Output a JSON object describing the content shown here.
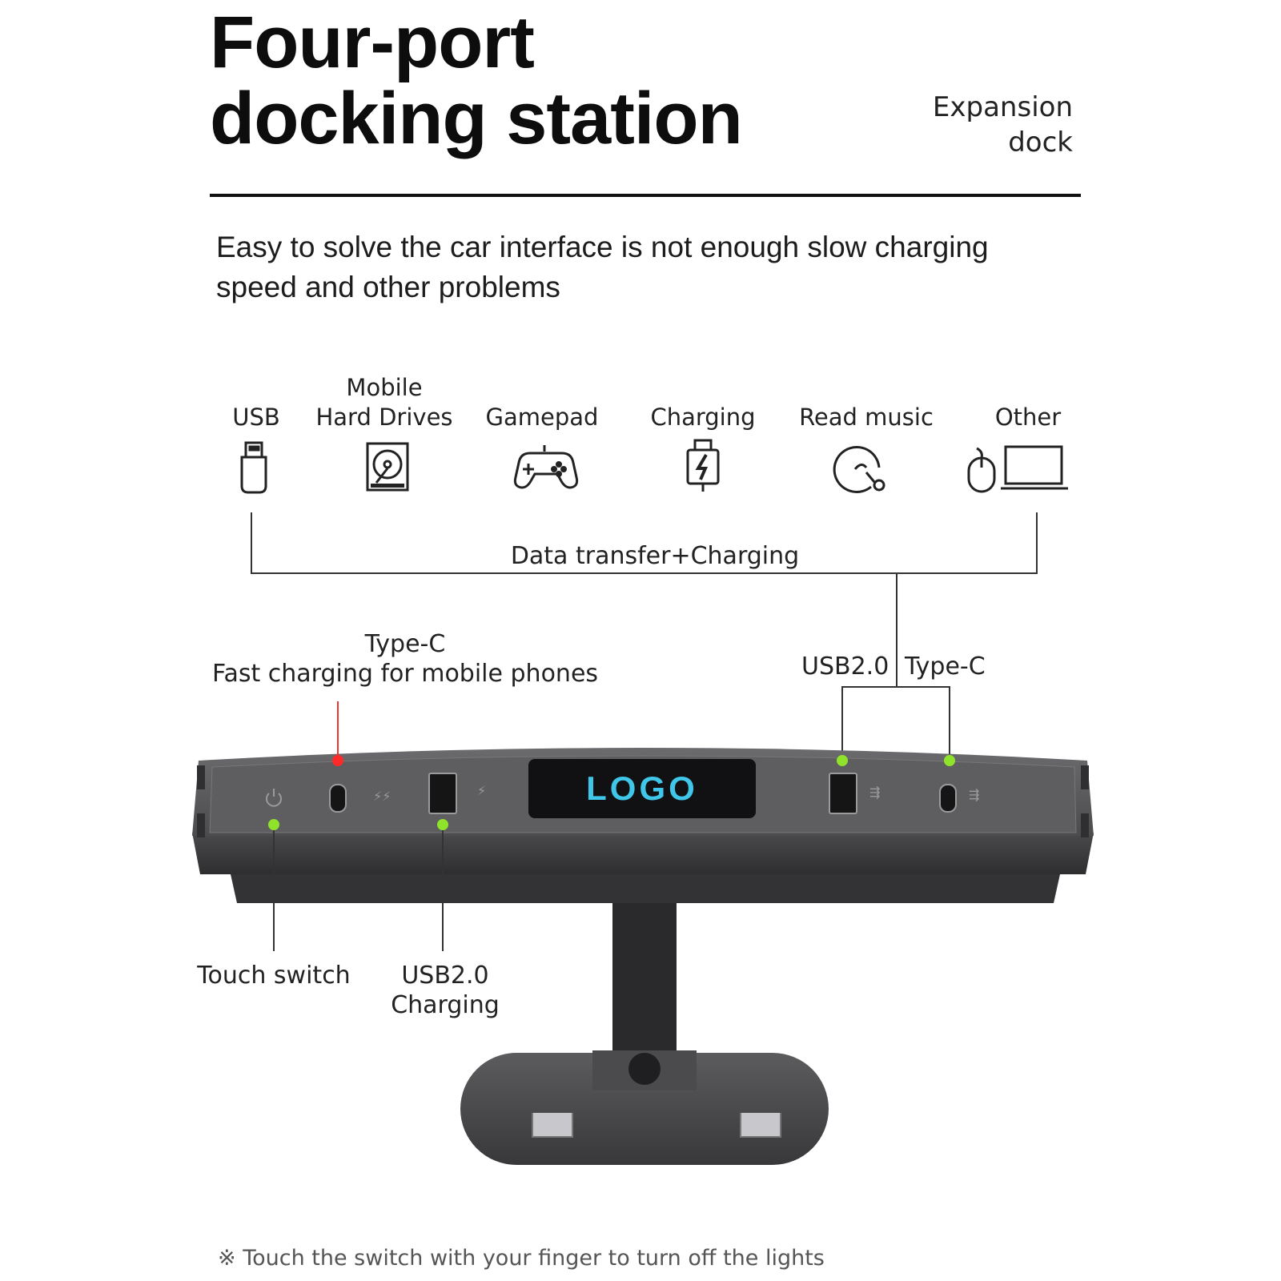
{
  "header": {
    "title_line1": "Four-port",
    "title_line2": "docking station",
    "side_label_line1": "Expansion",
    "side_label_line2": "dock",
    "subtitle": "Easy to solve the car interface is not enough slow charging speed and other problems"
  },
  "uses": [
    {
      "label_line1": "",
      "label_line2": "USB",
      "icon": "usb-stick-icon"
    },
    {
      "label_line1": "Mobile",
      "label_line2": "Hard Drives",
      "icon": "hard-drive-icon"
    },
    {
      "label_line1": "",
      "label_line2": "Gamepad",
      "icon": "gamepad-icon"
    },
    {
      "label_line1": "",
      "label_line2": "Charging",
      "icon": "charging-icon"
    },
    {
      "label_line1": "",
      "label_line2": "Read music",
      "icon": "music-disc-icon"
    },
    {
      "label_line1": "",
      "label_line2": "Other",
      "icon": "mouse-laptop-icon"
    }
  ],
  "bracket_label": "Data transfer+Charging",
  "annotations": {
    "typec_fast_line1": "Type-C",
    "typec_fast_line2": "Fast charging for mobile phones",
    "usb20_right": "USB2.0",
    "typec_right": "Type-C",
    "touch_switch": "Touch switch",
    "usb20_charging_line1": "USB2.0",
    "usb20_charging_line2": "Charging"
  },
  "device": {
    "logo": "LOGO"
  },
  "colors": {
    "callout_green": "#8fe32a",
    "callout_red": "#ff2a2a",
    "logo_cyan": "#3fc6e8",
    "device_body": "#4a4a4c"
  },
  "footnote": "※ Touch the switch with your finger to turn off the lights"
}
